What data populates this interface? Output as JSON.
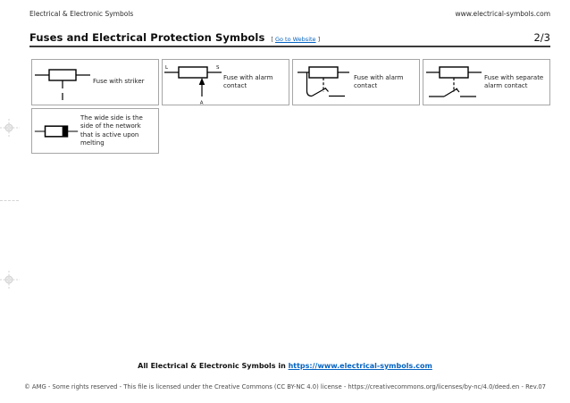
{
  "header": {
    "left": "Electrical & Electronic Symbols",
    "right": "www.electrical-symbols.com"
  },
  "title": {
    "text": "Fuses and Electrical Protection Symbols",
    "bracket_open": "[",
    "link_label": "Go to Website",
    "bracket_close": "]",
    "page_number": "2/3"
  },
  "cards": [
    {
      "label": "Fuse with striker",
      "symbol": "fuse-with-striker"
    },
    {
      "label": "Fuse with alarm contact",
      "symbol": "fuse-with-alarm-contact-arrow",
      "terminals": {
        "left": "L",
        "right": "S",
        "bottom": "A"
      }
    },
    {
      "label": "Fuse with alarm contact",
      "symbol": "fuse-with-alarm-contact-switch"
    },
    {
      "label": "Fuse with separate alarm contact",
      "symbol": "fuse-with-separate-alarm-contact"
    },
    {
      "label": "The wide side is the side of the network that is active upon melting",
      "symbol": "fuse-wide-side-active-upon-melting"
    }
  ],
  "footer": {
    "text": "All Electrical & Electronic Symbols in",
    "link": "https://www.electrical-symbols.com",
    "copyright": "© AMG - Some rights reserved - This file is licensed under the Creative Commons (CC BY-NC 4.0) license - https://creativecommons.org/licenses/by-nc/4.0/deed.en - Rev.07"
  },
  "colors": {
    "link": "#0563C1",
    "symbol_stroke": "#000000",
    "card_border": "#a6a6a6"
  }
}
